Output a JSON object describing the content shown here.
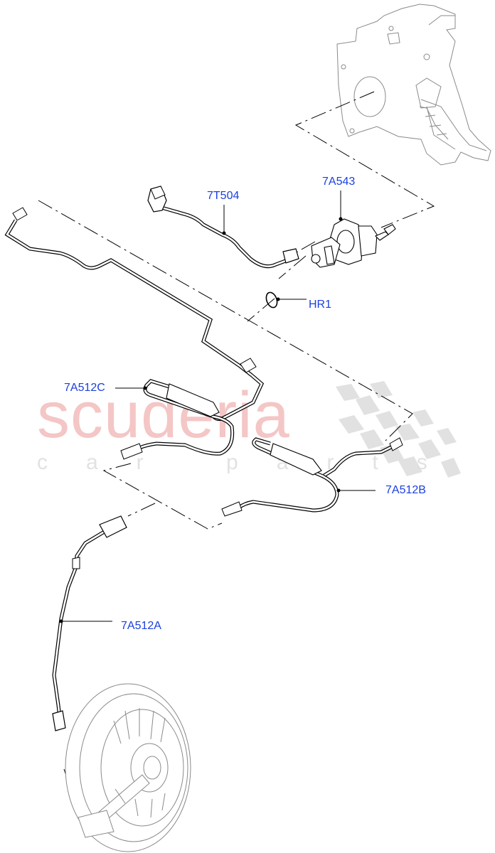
{
  "diagram": {
    "type": "exploded-parts-diagram",
    "subject": "Clutch hydraulic system",
    "watermark": {
      "main": "scuderia",
      "sub": "car parts",
      "colors": {
        "main": "#f4c6c6",
        "sub": "#e2e2e2",
        "checker": "#dcdcdc"
      }
    },
    "callout_color": "#1a3fe0",
    "line_color": "#000000",
    "callouts": [
      {
        "id": "7T504",
        "label": "7T504",
        "part": "clutch-fluid-supply-hose"
      },
      {
        "id": "7A543",
        "label": "7A543",
        "part": "clutch-master-cylinder"
      },
      {
        "id": "HR1",
        "label": "HR1",
        "part": "o-ring-seal"
      },
      {
        "id": "7A512C",
        "label": "7A512C",
        "part": "clutch-hydraulic-pipe-upper"
      },
      {
        "id": "7A512B",
        "label": "7A512B",
        "part": "clutch-hydraulic-pipe-middle"
      },
      {
        "id": "7A512A",
        "label": "7A512A",
        "part": "clutch-hydraulic-pipe-lower"
      }
    ],
    "context_parts": [
      {
        "name": "clutch-pedal-box-assembly"
      },
      {
        "name": "clutch-pressure-plate-and-slave-cylinder"
      }
    ]
  }
}
